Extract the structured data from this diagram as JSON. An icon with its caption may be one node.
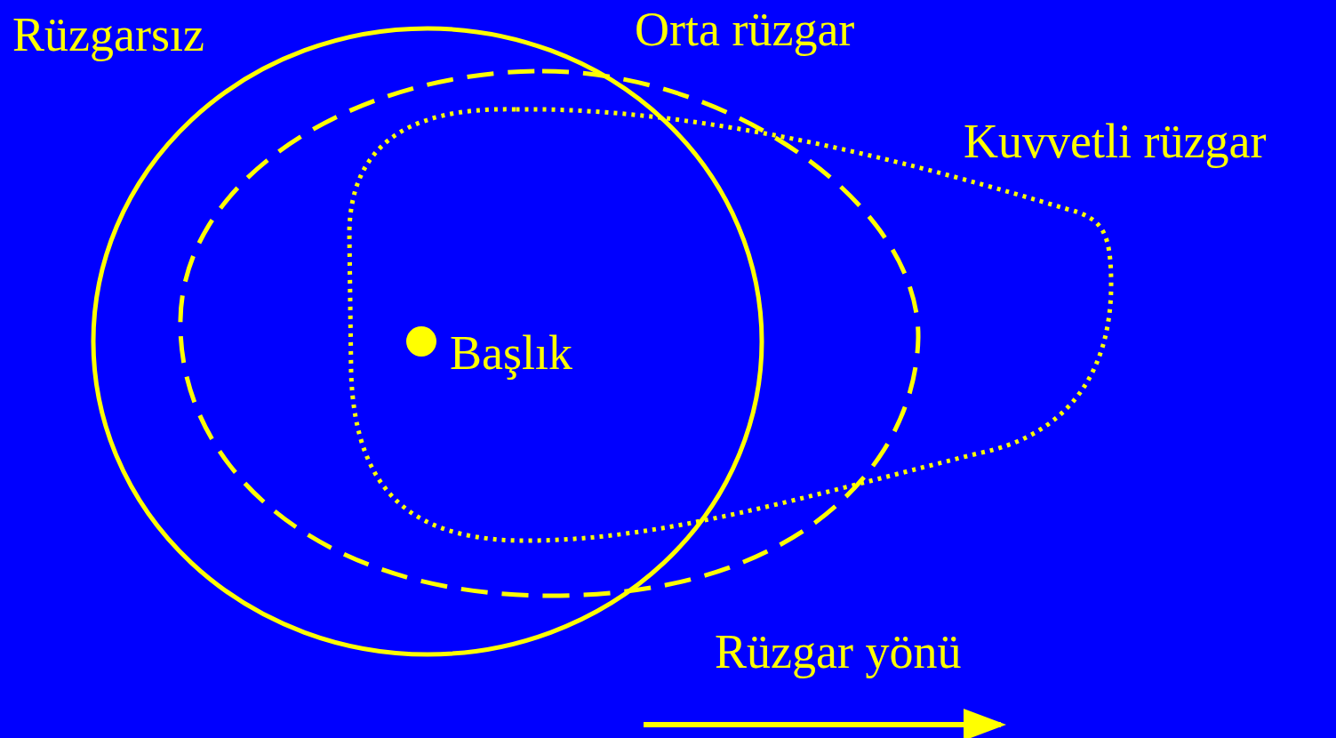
{
  "diagram": {
    "labels": [
      "Rüzgarsız",
      "Orta rüzgar",
      "Kuvvetli rüzgar",
      "Başlık",
      "Rüzgar yönü"
    ]
  }
}
